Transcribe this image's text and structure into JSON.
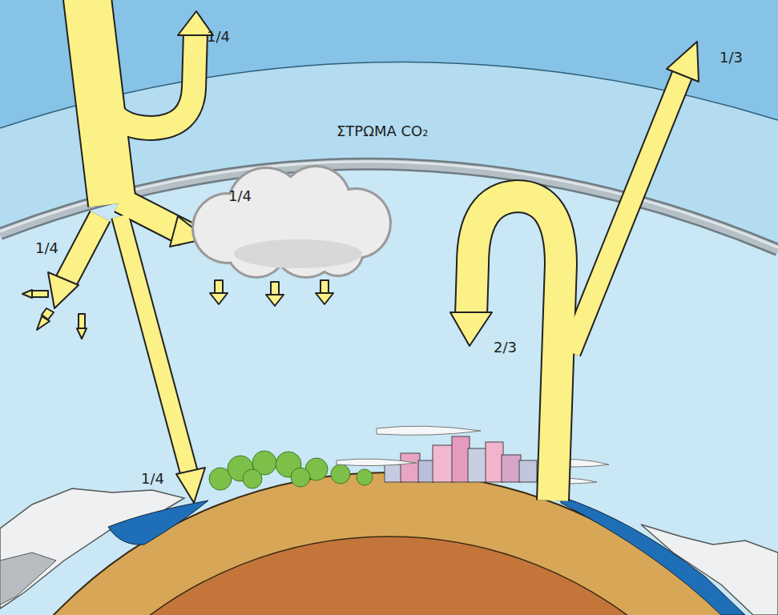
{
  "diagram": {
    "nodes": [
      {
        "text": [
          "1/4"
        ]
      }
    ],
    "labels": [
      "1/4",
      "1/4",
      "1/4",
      "1/3",
      "2/3",
      "ΣΤΡΩΜΑ CO₂"
    ]
  }
}
